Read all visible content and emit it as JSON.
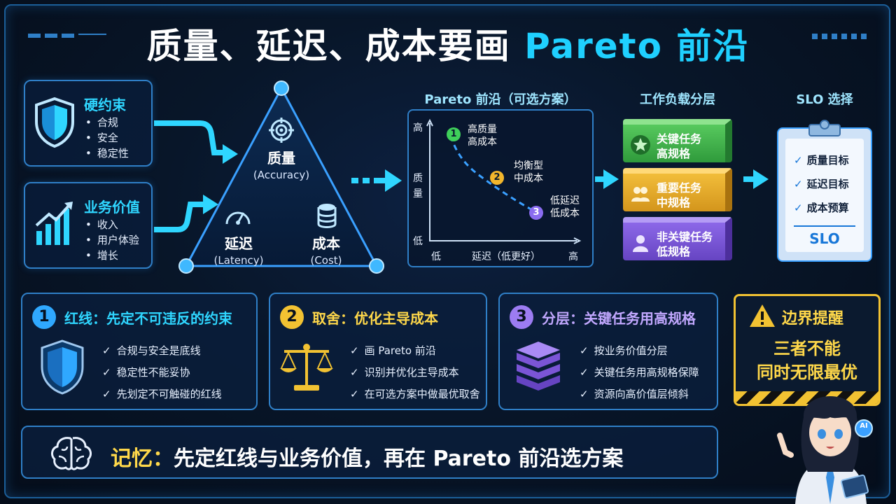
{
  "title": {
    "main": "质量、延迟、成本要画",
    "highlight": "Pareto 前沿"
  },
  "hard_constraints": {
    "title": "硬约束",
    "items": [
      "合规",
      "安全",
      "稳定性"
    ]
  },
  "business_value": {
    "title": "业务价值",
    "items": [
      "收入",
      "用户体验",
      "增长"
    ]
  },
  "triangle": {
    "quality": {
      "label": "质量",
      "sub": "(Accuracy)"
    },
    "latency": {
      "label": "延迟",
      "sub": "(Latency)"
    },
    "cost": {
      "label": "成本",
      "sub": "(Cost)"
    }
  },
  "pareto": {
    "title": "Pareto 前沿（可选方案）",
    "y_label": "质\n量",
    "y_high": "高",
    "y_low": "低",
    "x_low": "低",
    "x_label": "延迟（低更好）",
    "x_high": "高",
    "points": [
      {
        "num": "1",
        "line1": "高质量",
        "line2": "高成本",
        "color": "#3fcf5a"
      },
      {
        "num": "2",
        "line1": "均衡型",
        "line2": "中成本",
        "color": "#f2b62c"
      },
      {
        "num": "3",
        "line1": "低延迟",
        "line2": "低成本",
        "color": "#8a6cf0"
      }
    ]
  },
  "workload": {
    "title": "工作负载分层",
    "tiers": [
      {
        "line1": "关键任务",
        "line2": "高规格",
        "color": "#3fae4a",
        "icon": "star-icon"
      },
      {
        "line1": "重要任务",
        "line2": "中规格",
        "color": "#e6a82a",
        "icon": "users-icon"
      },
      {
        "line1": "非关键任务",
        "line2": "低规格",
        "color": "#7b55d6",
        "icon": "user-icon"
      }
    ]
  },
  "slo": {
    "title": "SLO 选择",
    "items": [
      "质量目标",
      "延迟目标",
      "成本预算"
    ],
    "label": "SLO"
  },
  "cards": [
    {
      "num": "1",
      "head": "红线：先定不可违反的约束",
      "color": "#2fa8ff",
      "items": [
        "合规与安全是底线",
        "稳定性不能妥协",
        "先划定不可触碰的红线"
      ]
    },
    {
      "num": "2",
      "head": "取舍：优化主导成本",
      "color": "#f2c232",
      "items": [
        "画 Pareto 前沿",
        "识别并优化主导成本",
        "在可选方案中做最优取舍"
      ]
    },
    {
      "num": "3",
      "head": "分层：关键任务用高规格",
      "color": "#9c7cf2",
      "items": [
        "按业务价值分层",
        "关键任务用高规格保障",
        "资源向高价值层倾斜"
      ]
    }
  ],
  "warning": {
    "title": "边界提醒",
    "line1": "三者不能",
    "line2": "同时无限最优"
  },
  "memory": {
    "key": "记忆：",
    "text": "先定红线与业务价值，再在 Pareto 前沿选方案"
  },
  "mascot": {
    "badge": "AI"
  }
}
